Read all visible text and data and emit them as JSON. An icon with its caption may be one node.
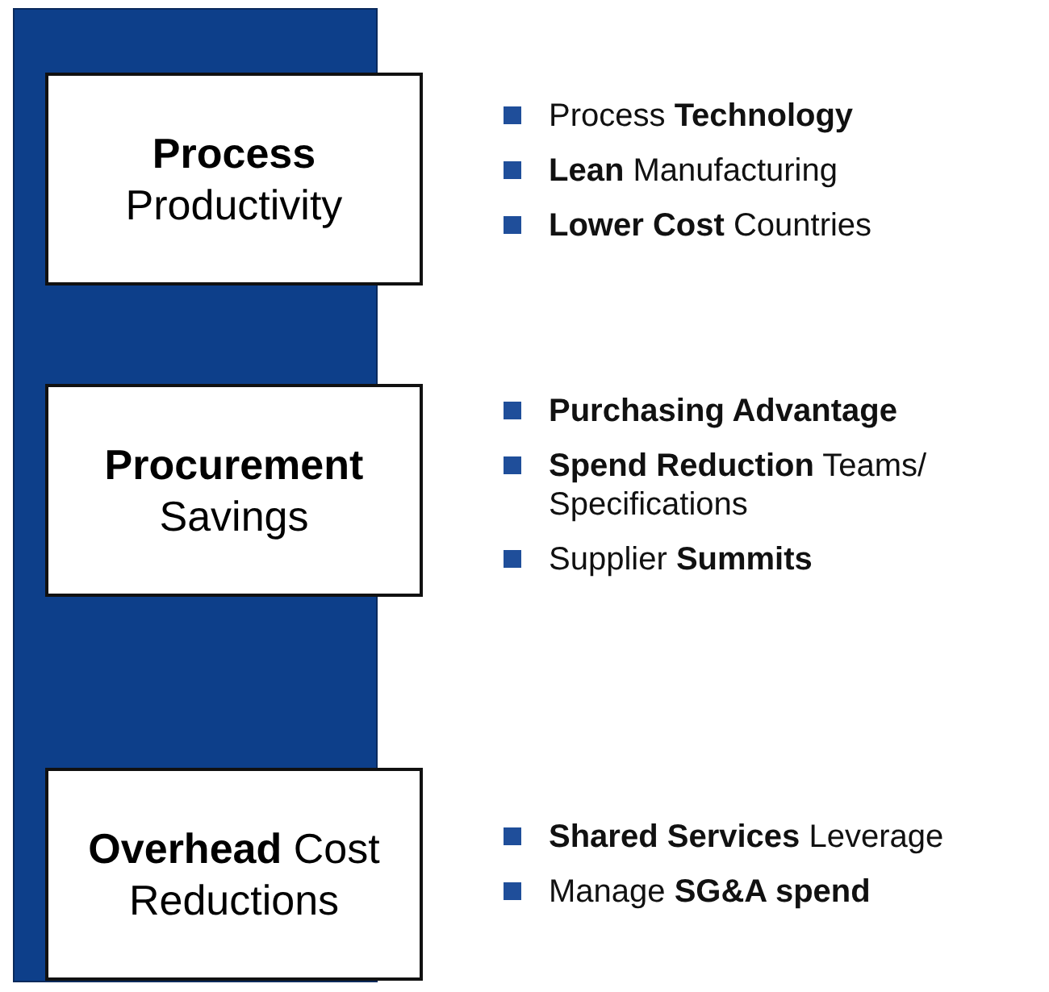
{
  "diagram": {
    "nodes": [
      {
        "text": [
          "**Process** Productivity"
        ],
        "beside": [
          "Process **Technology**",
          "**Lean** Manufacturing",
          "**Lower Cost** Countries"
        ]
      },
      {
        "text": [
          "**Procurement** Savings"
        ],
        "beside": [
          "**Purchasing Advantage**",
          "**Spend Reduction** Teams/ Specifications",
          "Supplier **Summits**"
        ]
      },
      {
        "text": [
          "**Overhead** Cost Reductions"
        ],
        "beside": [
          "**Shared Services** Leverage",
          "Manage **SG&A spend**"
        ]
      }
    ]
  }
}
